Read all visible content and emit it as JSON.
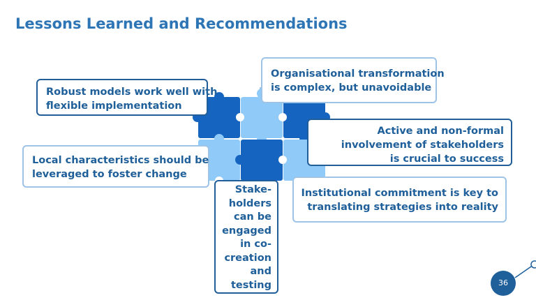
{
  "title": "Lessons Learned and Recommendations",
  "lessons": {
    "robust_models": [
      "Robust models work well with",
      "flexible implementation"
    ],
    "local_characteristics": [
      "Local characteristics should be",
      "leveraged to foster change"
    ],
    "organisational_transformation": [
      "Organisational transformation",
      "is complex, but unavoidable"
    ],
    "active_involvement": [
      "Active and non-formal",
      "involvement of stakeholders",
      "is crucial to success"
    ],
    "institutional_commitment": [
      "Institutional commitment is key to",
      "translating strategies into reality"
    ],
    "stakeholders_engaged": [
      "Stake-",
      "holders",
      "can be",
      "engaged",
      "in co-",
      "creation",
      "and",
      "testing"
    ]
  },
  "page_number": "36",
  "colors": {
    "title": "#2E75B6",
    "text": "#1F5F9A",
    "piece_dark": "#1565C0",
    "piece_light": "#90CAF9",
    "border_dark": "#215E99",
    "border_light": "#9DC3E6"
  }
}
